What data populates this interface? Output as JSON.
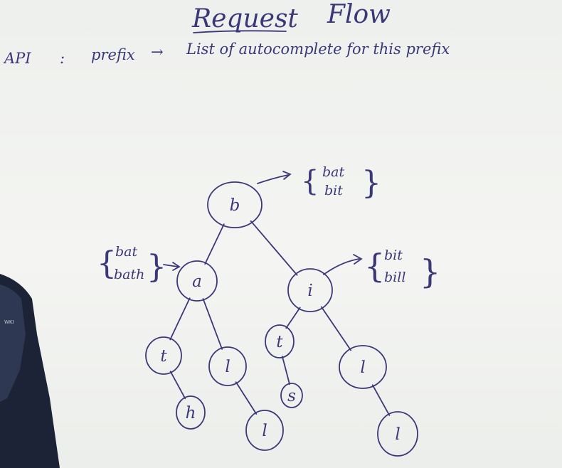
{
  "title": {
    "word1": "Request",
    "word2": "Flow"
  },
  "api_line": {
    "label": "API",
    "colon": ":",
    "input": "prefix",
    "arrow": "→",
    "output": "List of autocomplete for this prefix"
  },
  "trie": {
    "nodes": [
      {
        "id": "b",
        "label": "b"
      },
      {
        "id": "a",
        "label": "a"
      },
      {
        "id": "i",
        "label": "i"
      },
      {
        "id": "at",
        "label": "t"
      },
      {
        "id": "al",
        "label": "l"
      },
      {
        "id": "ath",
        "label": "h"
      },
      {
        "id": "all",
        "label": "l"
      },
      {
        "id": "it",
        "label": "t"
      },
      {
        "id": "its",
        "label": "s"
      },
      {
        "id": "il",
        "label": "l"
      },
      {
        "id": "ill",
        "label": "l"
      }
    ],
    "edges": [
      [
        "b",
        "a"
      ],
      [
        "b",
        "i"
      ],
      [
        "a",
        "at"
      ],
      [
        "a",
        "al"
      ],
      [
        "at",
        "ath"
      ],
      [
        "al",
        "all"
      ],
      [
        "i",
        "it"
      ],
      [
        "i",
        "il"
      ],
      [
        "it",
        "its"
      ],
      [
        "il",
        "ill"
      ]
    ],
    "candidates": {
      "b": [
        "bat",
        "bit"
      ],
      "a": [
        "bat",
        "bath"
      ],
      "i": [
        "bit",
        "bill"
      ]
    }
  },
  "presenter_badge": "WKI"
}
